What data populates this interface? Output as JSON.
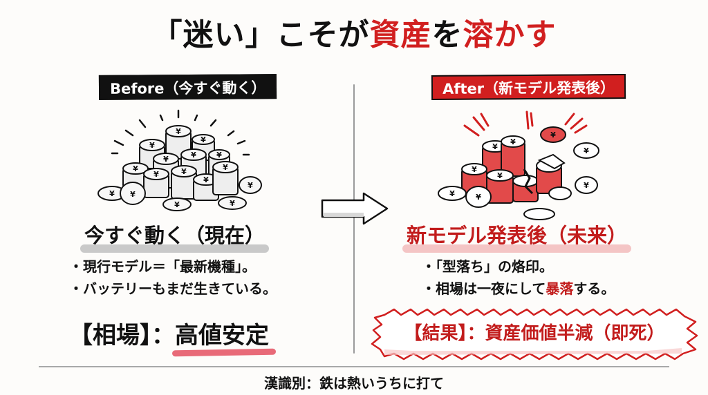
{
  "title": {
    "part1": "「迷い」こそが",
    "part2": "資産",
    "part3": "を",
    "part4": "溶かす"
  },
  "colors": {
    "accent_red": "#d11f1f",
    "black": "#111111",
    "background": "#fdfcfa"
  },
  "before": {
    "label": "Before（今すぐ動く）",
    "illustration": "yen-coin-pile-icon",
    "heading": "今すぐ動く（現在）",
    "bullets": [
      "・現行モデル＝「最新機種」。",
      "・バッテリーもまだ生きている。"
    ],
    "market_label": "【相場】：",
    "market_value": "高値安定"
  },
  "transition": {
    "icon": "arrow-right-icon"
  },
  "after": {
    "label": "After（新モデル発表後）",
    "illustration": "broken-yen-coin-pile-icon",
    "heading": "新モデル発表後（未来）",
    "bullets": {
      "b1": "・「型落ち」の烙印。",
      "b2_pre": "・相場は一夜にして",
      "b2_red": "暴落",
      "b2_post": "する。"
    },
    "result": "【結果】：資産価値半減（即死）"
  },
  "footer": "漢識別：鉄は熱いうちに打て"
}
